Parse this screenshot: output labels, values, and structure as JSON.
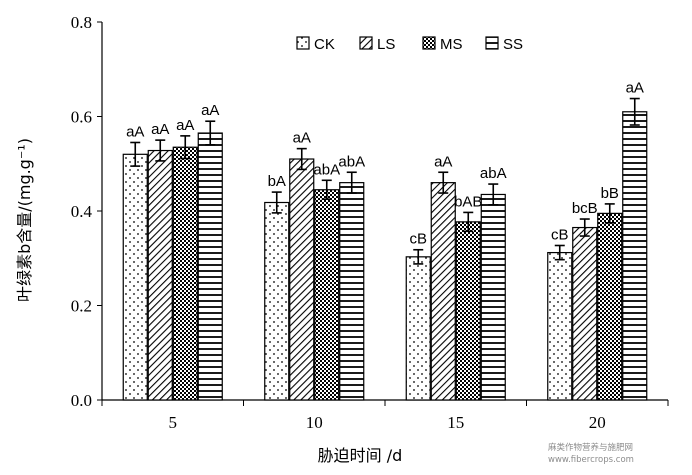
{
  "chart_data": {
    "type": "bar",
    "title": "",
    "xlabel": "胁迫时间 /d",
    "ylabel": "叶绿素b含量/(mg.g⁻¹)",
    "ylim": [
      0,
      0.8
    ],
    "yticks": [
      "0.0",
      "0.2",
      "0.4",
      "0.6",
      "0.8"
    ],
    "categories": [
      "5",
      "10",
      "15",
      "20"
    ],
    "legend_position": "top-right",
    "grid": false,
    "series": [
      {
        "name": "CK",
        "pattern": "dots",
        "values": [
          0.52,
          0.418,
          0.303,
          0.312
        ],
        "errors": [
          0.025,
          0.022,
          0.015,
          0.015
        ],
        "labels": [
          "aA",
          "bA",
          "cB",
          "cB"
        ]
      },
      {
        "name": "LS",
        "pattern": "diagonal",
        "values": [
          0.528,
          0.51,
          0.46,
          0.365
        ],
        "errors": [
          0.022,
          0.022,
          0.022,
          0.018
        ],
        "labels": [
          "aA",
          "aA",
          "aA",
          "bcB"
        ]
      },
      {
        "name": "MS",
        "pattern": "checker",
        "values": [
          0.535,
          0.445,
          0.377,
          0.395
        ],
        "errors": [
          0.024,
          0.02,
          0.02,
          0.02
        ],
        "labels": [
          "aA",
          "abA",
          "bAB",
          "bB"
        ]
      },
      {
        "name": "SS",
        "pattern": "horizontal",
        "values": [
          0.565,
          0.46,
          0.435,
          0.61
        ],
        "errors": [
          0.025,
          0.022,
          0.022,
          0.028
        ],
        "labels": [
          "aA",
          "abA",
          "abA",
          "aA"
        ]
      }
    ]
  },
  "watermark": {
    "line1": "麻类作物营养与施肥网",
    "line2": "www.fibercrops.com"
  }
}
